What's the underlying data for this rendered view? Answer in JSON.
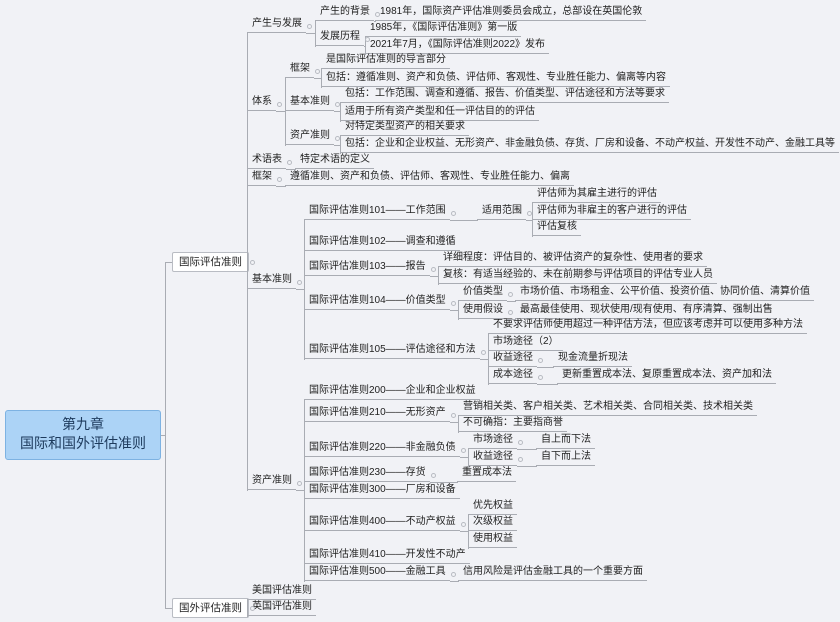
{
  "root": {
    "chapter": "第九章",
    "title": "国际和国外评估准则"
  },
  "tree": [
    {
      "label": "国际评估准则",
      "children": [
        {
          "label": "产生与发展",
          "children": [
            {
              "label": "产生的背景",
              "children": [
                {
                  "label": "1981年，国际资产评估准则委员会成立，总部设在英国伦敦"
                }
              ]
            },
            {
              "label": "发展历程",
              "children": [
                {
                  "label": "1985年，《国际评估准则》第一版"
                },
                {
                  "label": "2021年7月，《国际评估准则2022》发布"
                }
              ]
            }
          ]
        },
        {
          "label": "体系",
          "children": [
            {
              "label": "框架",
              "children": [
                {
                  "label": "是国际评估准则的导言部分"
                },
                {
                  "label": "包括：遵循准则、资产和负债、评估师、客观性、专业胜任能力、偏离等内容"
                }
              ]
            },
            {
              "label": "基本准则",
              "children": [
                {
                  "label": "包括：工作范围、调查和遵循、报告、价值类型、评估途径和方法等要求"
                },
                {
                  "label": "适用于所有资产类型和任一评估目的的评估"
                }
              ]
            },
            {
              "label": "资产准则",
              "children": [
                {
                  "label": "对特定类型资产的相关要求"
                },
                {
                  "label": "包括：企业和企业权益、无形资产、非金融负债、存货、厂房和设备、不动产权益、开发性不动产、金融工具等"
                }
              ]
            }
          ]
        },
        {
          "label": "术语表",
          "children": [
            {
              "label": "特定术语的定义"
            }
          ]
        },
        {
          "label": "框架",
          "children": [
            {
              "label": "遵循准则、资产和负债、评估师、客观性、专业胜任能力、偏离"
            }
          ]
        },
        {
          "label": "基本准则",
          "children": [
            {
              "label": "国际评估准则101——工作范围",
              "children": [
                {
                  "label": "适用范围",
                  "children": [
                    {
                      "label": "评估师为其雇主进行的评估"
                    },
                    {
                      "label": "评估师为非雇主的客户进行的评估"
                    },
                    {
                      "label": "评估复核"
                    }
                  ]
                }
              ]
            },
            {
              "label": "国际评估准则102——调查和遵循"
            },
            {
              "label": "国际评估准则103——报告",
              "children": [
                {
                  "label": "详细程度：评估目的、被评估资产的复杂性、使用者的要求"
                },
                {
                  "label": "复核：有适当经验的、未在前期参与评估项目的评估专业人员"
                }
              ]
            },
            {
              "label": "国际评估准则104——价值类型",
              "children": [
                {
                  "label": "价值类型",
                  "children": [
                    {
                      "label": "市场价值、市场租金、公平价值、投资价值、协同价值、清算价值"
                    }
                  ]
                },
                {
                  "label": "使用假设",
                  "children": [
                    {
                      "label": "最高最佳使用、现状使用/现有使用、有序清算、强制出售"
                    }
                  ]
                }
              ]
            },
            {
              "label": "国际评估准则105——评估途径和方法",
              "children": [
                {
                  "label": "不要求评估师使用超过一种评估方法，但应该考虑并可以使用多种方法"
                },
                {
                  "label": "市场途径（2）"
                },
                {
                  "label": "收益途径",
                  "children": [
                    {
                      "label": "现金流量折现法"
                    }
                  ]
                },
                {
                  "label": "成本途径",
                  "children": [
                    {
                      "label": "更新重置成本法、复原重置成本法、资产加和法"
                    }
                  ]
                }
              ]
            }
          ]
        },
        {
          "label": "资产准则",
          "children": [
            {
              "label": "国际评估准则200——企业和企业权益"
            },
            {
              "label": "国际评估准则210——无形资产",
              "children": [
                {
                  "label": "营销相关类、客户相关类、艺术相关类、合同相关类、技术相关类"
                },
                {
                  "label": "不可确指：主要指商誉"
                }
              ]
            },
            {
              "label": "国际评估准则220——非金融负债",
              "children": [
                {
                  "label": "市场途径",
                  "children": [
                    {
                      "label": "自上而下法"
                    }
                  ]
                },
                {
                  "label": "收益途径",
                  "children": [
                    {
                      "label": "自下而上法"
                    }
                  ]
                }
              ]
            },
            {
              "label": "国际评估准则230——存货",
              "children": [
                {
                  "label": "重置成本法"
                }
              ]
            },
            {
              "label": "国际评估准则300——厂房和设备"
            },
            {
              "label": "国际评估准则400——不动产权益",
              "children": [
                {
                  "label": "优先权益"
                },
                {
                  "label": "次级权益"
                },
                {
                  "label": "使用权益"
                }
              ]
            },
            {
              "label": "国际评估准则410——开发性不动产"
            },
            {
              "label": "国际评估准则500——金融工具",
              "children": [
                {
                  "label": "信用风险是评估金融工具的一个重要方面"
                }
              ]
            }
          ]
        }
      ]
    },
    {
      "label": "国外评估准则",
      "children": [
        {
          "label": "美国评估准则"
        },
        {
          "label": "英国评估准则"
        }
      ]
    }
  ],
  "colors": {
    "root_fill": "#acd3f6",
    "root_border": "#7db2e2",
    "background": "#f1f2f6",
    "connector": "#a9acb3"
  }
}
